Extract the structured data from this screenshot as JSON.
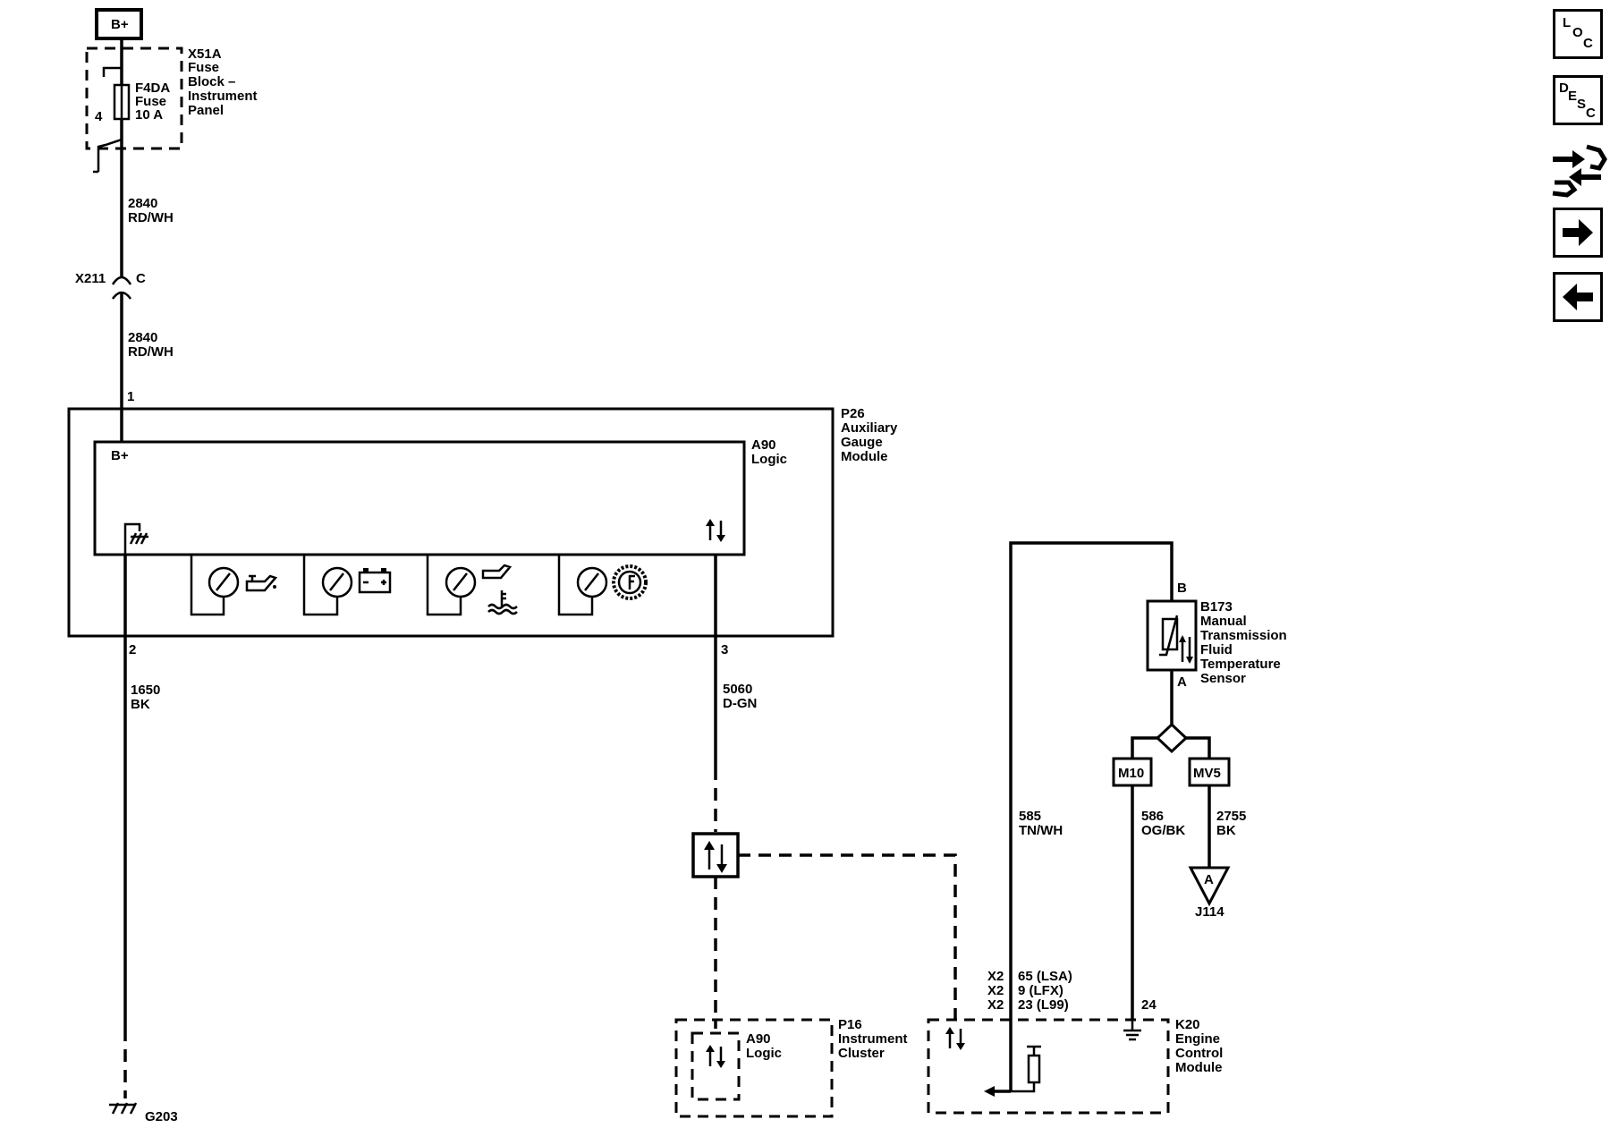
{
  "power": {
    "label": "B+"
  },
  "fuse_block": {
    "id": "X51A",
    "name_line1": "Fuse",
    "name_line2": "Block –",
    "name_line3": "Instrument",
    "name_line4": "Panel",
    "fuse_id": "F4DA",
    "fuse_label": "Fuse",
    "fuse_rating": "10 A",
    "pin": "4"
  },
  "wire_2840_a": {
    "circuit": "2840",
    "color": "RD/WH"
  },
  "inline_connector": {
    "id": "X211",
    "cavity": "C"
  },
  "wire_2840_b": {
    "circuit": "2840",
    "color": "RD/WH"
  },
  "module_p26": {
    "id": "P26",
    "name_line1": "Auxiliary",
    "name_line2": "Gauge",
    "name_line3": "Module",
    "pin_power": "1",
    "pin_ground": "2",
    "pin_data": "3",
    "logic_id": "A90",
    "logic_label": "Logic",
    "logic_bplus": "B+"
  },
  "wire_1650": {
    "circuit": "1650",
    "color": "BK"
  },
  "ground": {
    "id": "G203"
  },
  "wire_5060": {
    "circuit": "5060",
    "color": "D-GN"
  },
  "cluster_p16": {
    "id": "P16",
    "name_line1": "Instrument",
    "name_line2": "Cluster",
    "logic_id": "A90",
    "logic_label": "Logic"
  },
  "sensor_b173": {
    "id": "B173",
    "name_line1": "Manual",
    "name_line2": "Transmission",
    "name_line3": "Fluid",
    "name_line4": "Temperature",
    "name_line5": "Sensor",
    "pin_b": "B",
    "pin_a": "A"
  },
  "option_m10": {
    "label": "M10"
  },
  "option_mv5": {
    "label": "MV5"
  },
  "wire_585": {
    "circuit": "585",
    "color": "TN/WH"
  },
  "wire_586": {
    "circuit": "586",
    "color": "OG/BK"
  },
  "wire_2755": {
    "circuit": "2755",
    "color": "BK"
  },
  "splice": {
    "letter": "A",
    "id": "J114"
  },
  "ecm_k20": {
    "id": "K20",
    "name_line1": "Engine",
    "name_line2": "Control",
    "name_line3": "Module",
    "pin_586": "24",
    "conn_1": "X2",
    "pin_1": "65 (LSA)",
    "conn_2": "X2",
    "pin_2": "9 (LFX)",
    "conn_3": "X2",
    "pin_3": "23 (L99)"
  },
  "nav": {
    "loc": {
      "l1": "L",
      "l2": "O",
      "l3": "C"
    },
    "desc": {
      "l1": "D",
      "l2": "E",
      "l3": "S",
      "l4": "C"
    }
  }
}
